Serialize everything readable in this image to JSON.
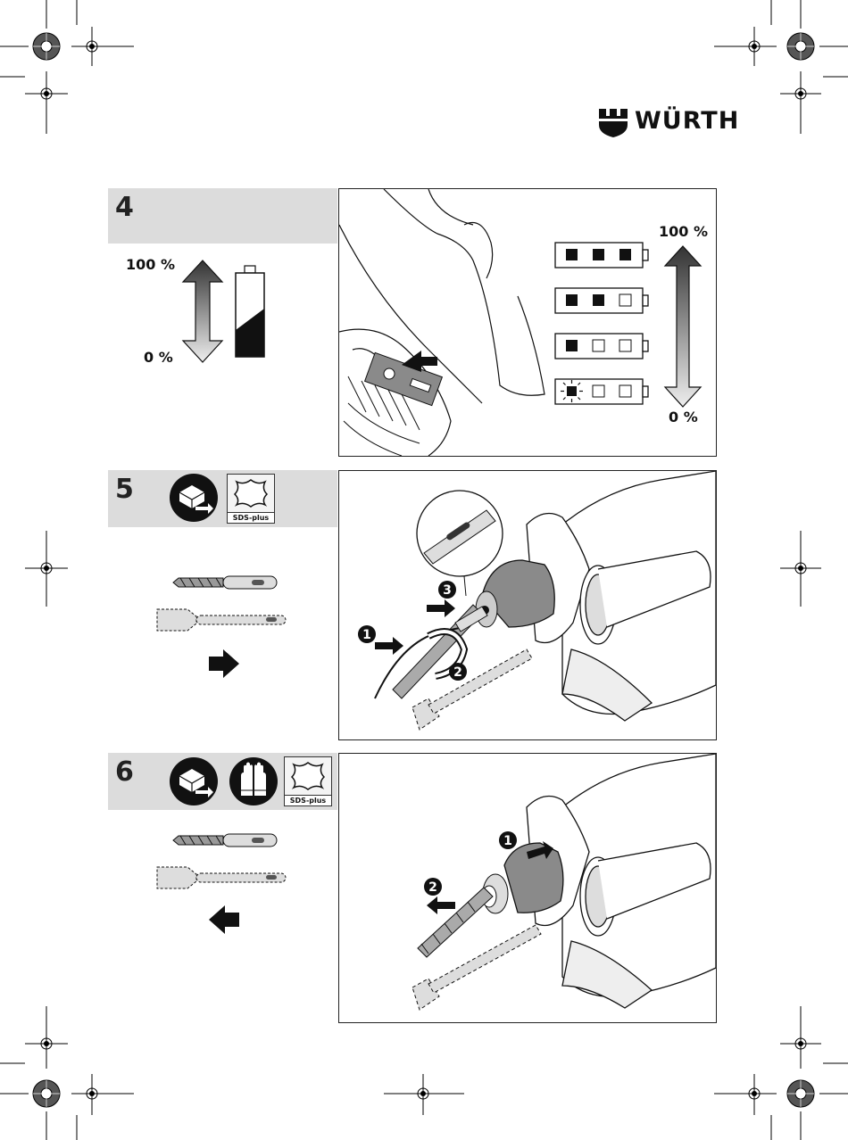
{
  "brand": {
    "name": "WÜRTH",
    "logo_icon": "wuerth-logo-icon"
  },
  "steps": [
    {
      "number": "4",
      "left_panel": {
        "top_label": "100 %",
        "bottom_label": "0 %",
        "icons": [
          "up-down-arrow-icon",
          "battery-icon"
        ]
      },
      "right_panel": {
        "top_label": "100 %",
        "bottom_label": "0 %",
        "battery_levels": [
          {
            "filled": 3,
            "blinking": false
          },
          {
            "filled": 2,
            "blinking": false
          },
          {
            "filled": 1,
            "blinking": false
          },
          {
            "filled": 1,
            "blinking": true
          }
        ]
      }
    },
    {
      "number": "5",
      "header_icons": [
        "remove-battery-icon",
        "sds-plus-icon"
      ],
      "sds_label": "SDS-plus",
      "left_panel": {
        "icons": [
          "drill-bit-icon",
          "chisel-icon",
          "arrow-right-icon"
        ]
      },
      "right_panel": {
        "callouts": [
          "1",
          "2",
          "3"
        ]
      }
    },
    {
      "number": "6",
      "header_icons": [
        "remove-battery-icon",
        "gloves-icon",
        "sds-plus-icon"
      ],
      "sds_label": "SDS-plus",
      "left_panel": {
        "icons": [
          "drill-bit-icon",
          "chisel-icon",
          "arrow-left-icon"
        ]
      },
      "right_panel": {
        "callouts": [
          "1",
          "2"
        ]
      }
    }
  ],
  "colors": {
    "header_bg": "#dcdcdc",
    "ink": "#111111",
    "gray": "#8a8a8a"
  }
}
